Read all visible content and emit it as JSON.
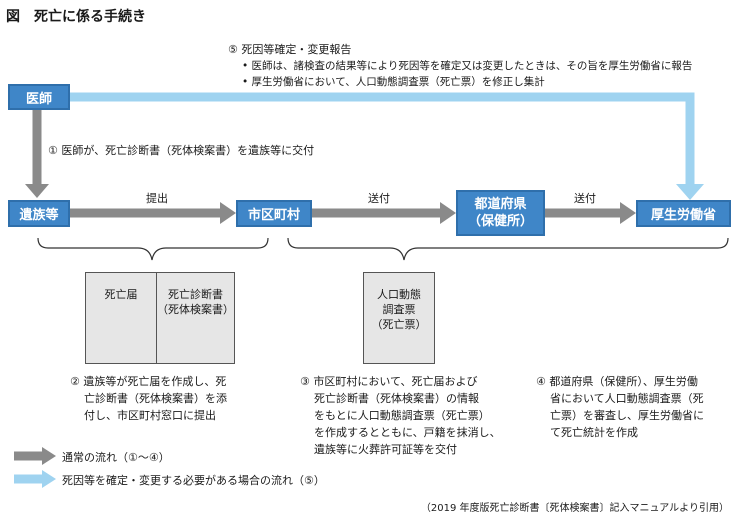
{
  "title": "図　死亡に係る手続き",
  "note5": {
    "heading": "⑤ 死因等確定・変更報告",
    "items": [
      "• 医師は、諸検査の結果等により死因等を確定又は変更したときは、その旨を厚生労働省に報告",
      "• 厚生労働省において、人口動態調査票（死亡票）を修正し集計"
    ]
  },
  "nodes": {
    "doctor": "医師",
    "family": "遺族等",
    "municipality": "市区町村",
    "prefecture_line1": "都道府県",
    "prefecture_line2": "（保健所）",
    "mhlw": "厚生労働省"
  },
  "edges": {
    "step1": "① 医師が、死亡診断書（死体検案書）を遺族等に交付",
    "submit": "提出",
    "send1": "送付",
    "send2": "送付"
  },
  "documents": {
    "death_notice": "死亡届",
    "death_certificate_line1": "死亡診断書",
    "death_certificate_line2": "（死体検案書）",
    "survey_line1": "人口動態",
    "survey_line2": "調査票",
    "survey_line3": "（死亡票）"
  },
  "steps": {
    "step2": [
      "② 遺族等が死亡届を作成し、死",
      "亡診断書（死体検案書）を添",
      "付し、市区町村窓口に提出"
    ],
    "step3": [
      "③ 市区町村において、死亡届および",
      "死亡診断書（死体検案書）の情報",
      "をもとに人口動態調査票（死亡票）",
      "を作成するとともに、戸籍を抹消し、",
      "遺族等に火葬許可証等を交付"
    ],
    "step4": [
      "④ 都道府県（保健所）、厚生労働",
      "省において人口動態調査票（死",
      "亡票）を審査し、厚生労働省に",
      "て死亡統計を作成"
    ]
  },
  "legend": {
    "normal": "通常の流れ（①〜④）",
    "confirm": "死因等を確定・変更する必要がある場合の流れ（⑤）"
  },
  "source": "（2019 年度版死亡診断書〔死体検案書〕記入マニュアルより引用）",
  "colors": {
    "box": "#3f86c8",
    "gray_arrow": "#8a8a8a",
    "light_arrow": "#9fd3f0"
  }
}
